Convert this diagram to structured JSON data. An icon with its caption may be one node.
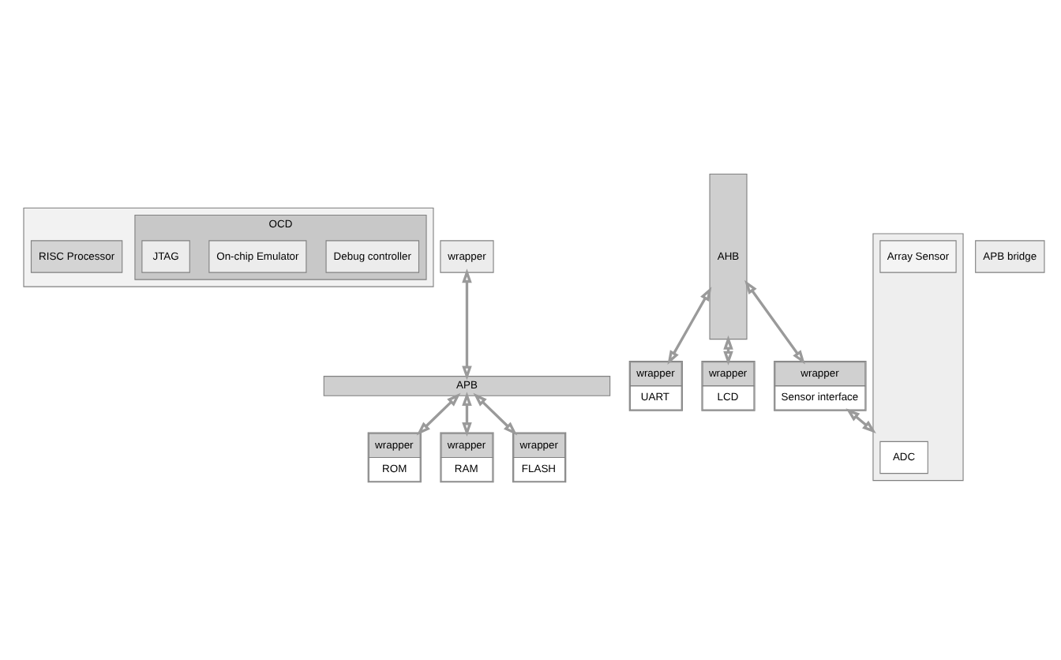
{
  "diagram": {
    "nodes": [
      {
        "text": [],
        "shape": "box"
      },
      {
        "text": [
          "OCD"
        ],
        "in": 0
      },
      {
        "text": [
          "Debug controller"
        ],
        "in": 1
      },
      {
        "text": [
          "On-chip Emulator"
        ],
        "in": 1
      },
      {
        "text": [
          "JTAG"
        ],
        "in": 1
      },
      {
        "text": [
          "RISC Processor"
        ],
        "in": 0
      },
      {
        "text": [
          "wrapper"
        ]
      },
      {
        "text": [
          "AHB"
        ]
      },
      {
        "text": [
          "APB"
        ]
      },
      {
        "text": [
          "APB bridge"
        ]
      },
      {
        "text": [
          "wrapper",
          "UART"
        ]
      },
      {
        "text": [
          "wrapper",
          "LCD"
        ]
      },
      {
        "text": [
          "wrapper",
          "Sensor interface"
        ]
      },
      {
        "text": [
          "wrapper",
          "ROM"
        ]
      },
      {
        "text": [
          "wrapper",
          "RAM"
        ]
      },
      {
        "text": [
          "wrapper",
          "FLASH"
        ]
      },
      {
        "text": [],
        "shape": "box"
      },
      {
        "text": [
          "ADC"
        ],
        "in": 16
      },
      {
        "text": [
          "Array Sensor"
        ],
        "in": 16
      }
    ],
    "edges": [
      {
        "from": 6,
        "to": 8,
        "arrow": "both"
      },
      {
        "from": 8,
        "to": 13,
        "arrow": "both"
      },
      {
        "from": 8,
        "to": 14,
        "arrow": "both"
      },
      {
        "from": 8,
        "to": 15,
        "arrow": "both"
      },
      {
        "from": 7,
        "to": 10,
        "arrow": "both"
      },
      {
        "from": 7,
        "to": 11,
        "arrow": "both"
      },
      {
        "from": 7,
        "to": 12,
        "arrow": "both"
      },
      {
        "from": 12,
        "to": 16,
        "arrow": "both"
      }
    ]
  }
}
